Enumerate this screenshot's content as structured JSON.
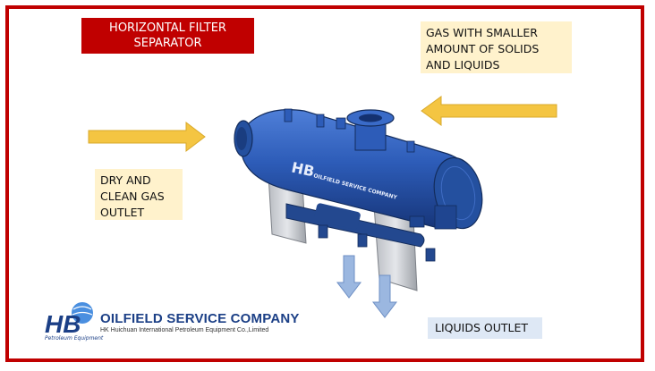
{
  "title": "HORIZONTAL FILTER SEPARATOR",
  "labels": {
    "gas_inlet": "GAS WITH SMALLER AMOUNT OF SOLIDS AND LIQUIDS",
    "gas_outlet": "DRY AND CLEAN GAS OUTLET",
    "liquids_outlet": "LIQUIDS OUTLET"
  },
  "vessel_text": {
    "logo": "HB",
    "company": "OILFIELD SERVICE COMPANY"
  },
  "company": {
    "logo_letters": "HB",
    "logo_caption": "Petroleum Equipment",
    "name": "OILFIELD SERVICE COMPANY",
    "legal_name": "HK Huichuan International Petroleum Equipment Co.,Limited"
  },
  "colors": {
    "frame": "#c00000",
    "title_bg": "#c00000",
    "note_bg": "#fff2cc",
    "liquids_note_bg": "#dee8f5",
    "arrow_yellow": "#f4c542",
    "arrow_blue": "#9bb7e0",
    "vessel_blue": "#2d5cb8",
    "brand_blue": "#1b3f86"
  }
}
